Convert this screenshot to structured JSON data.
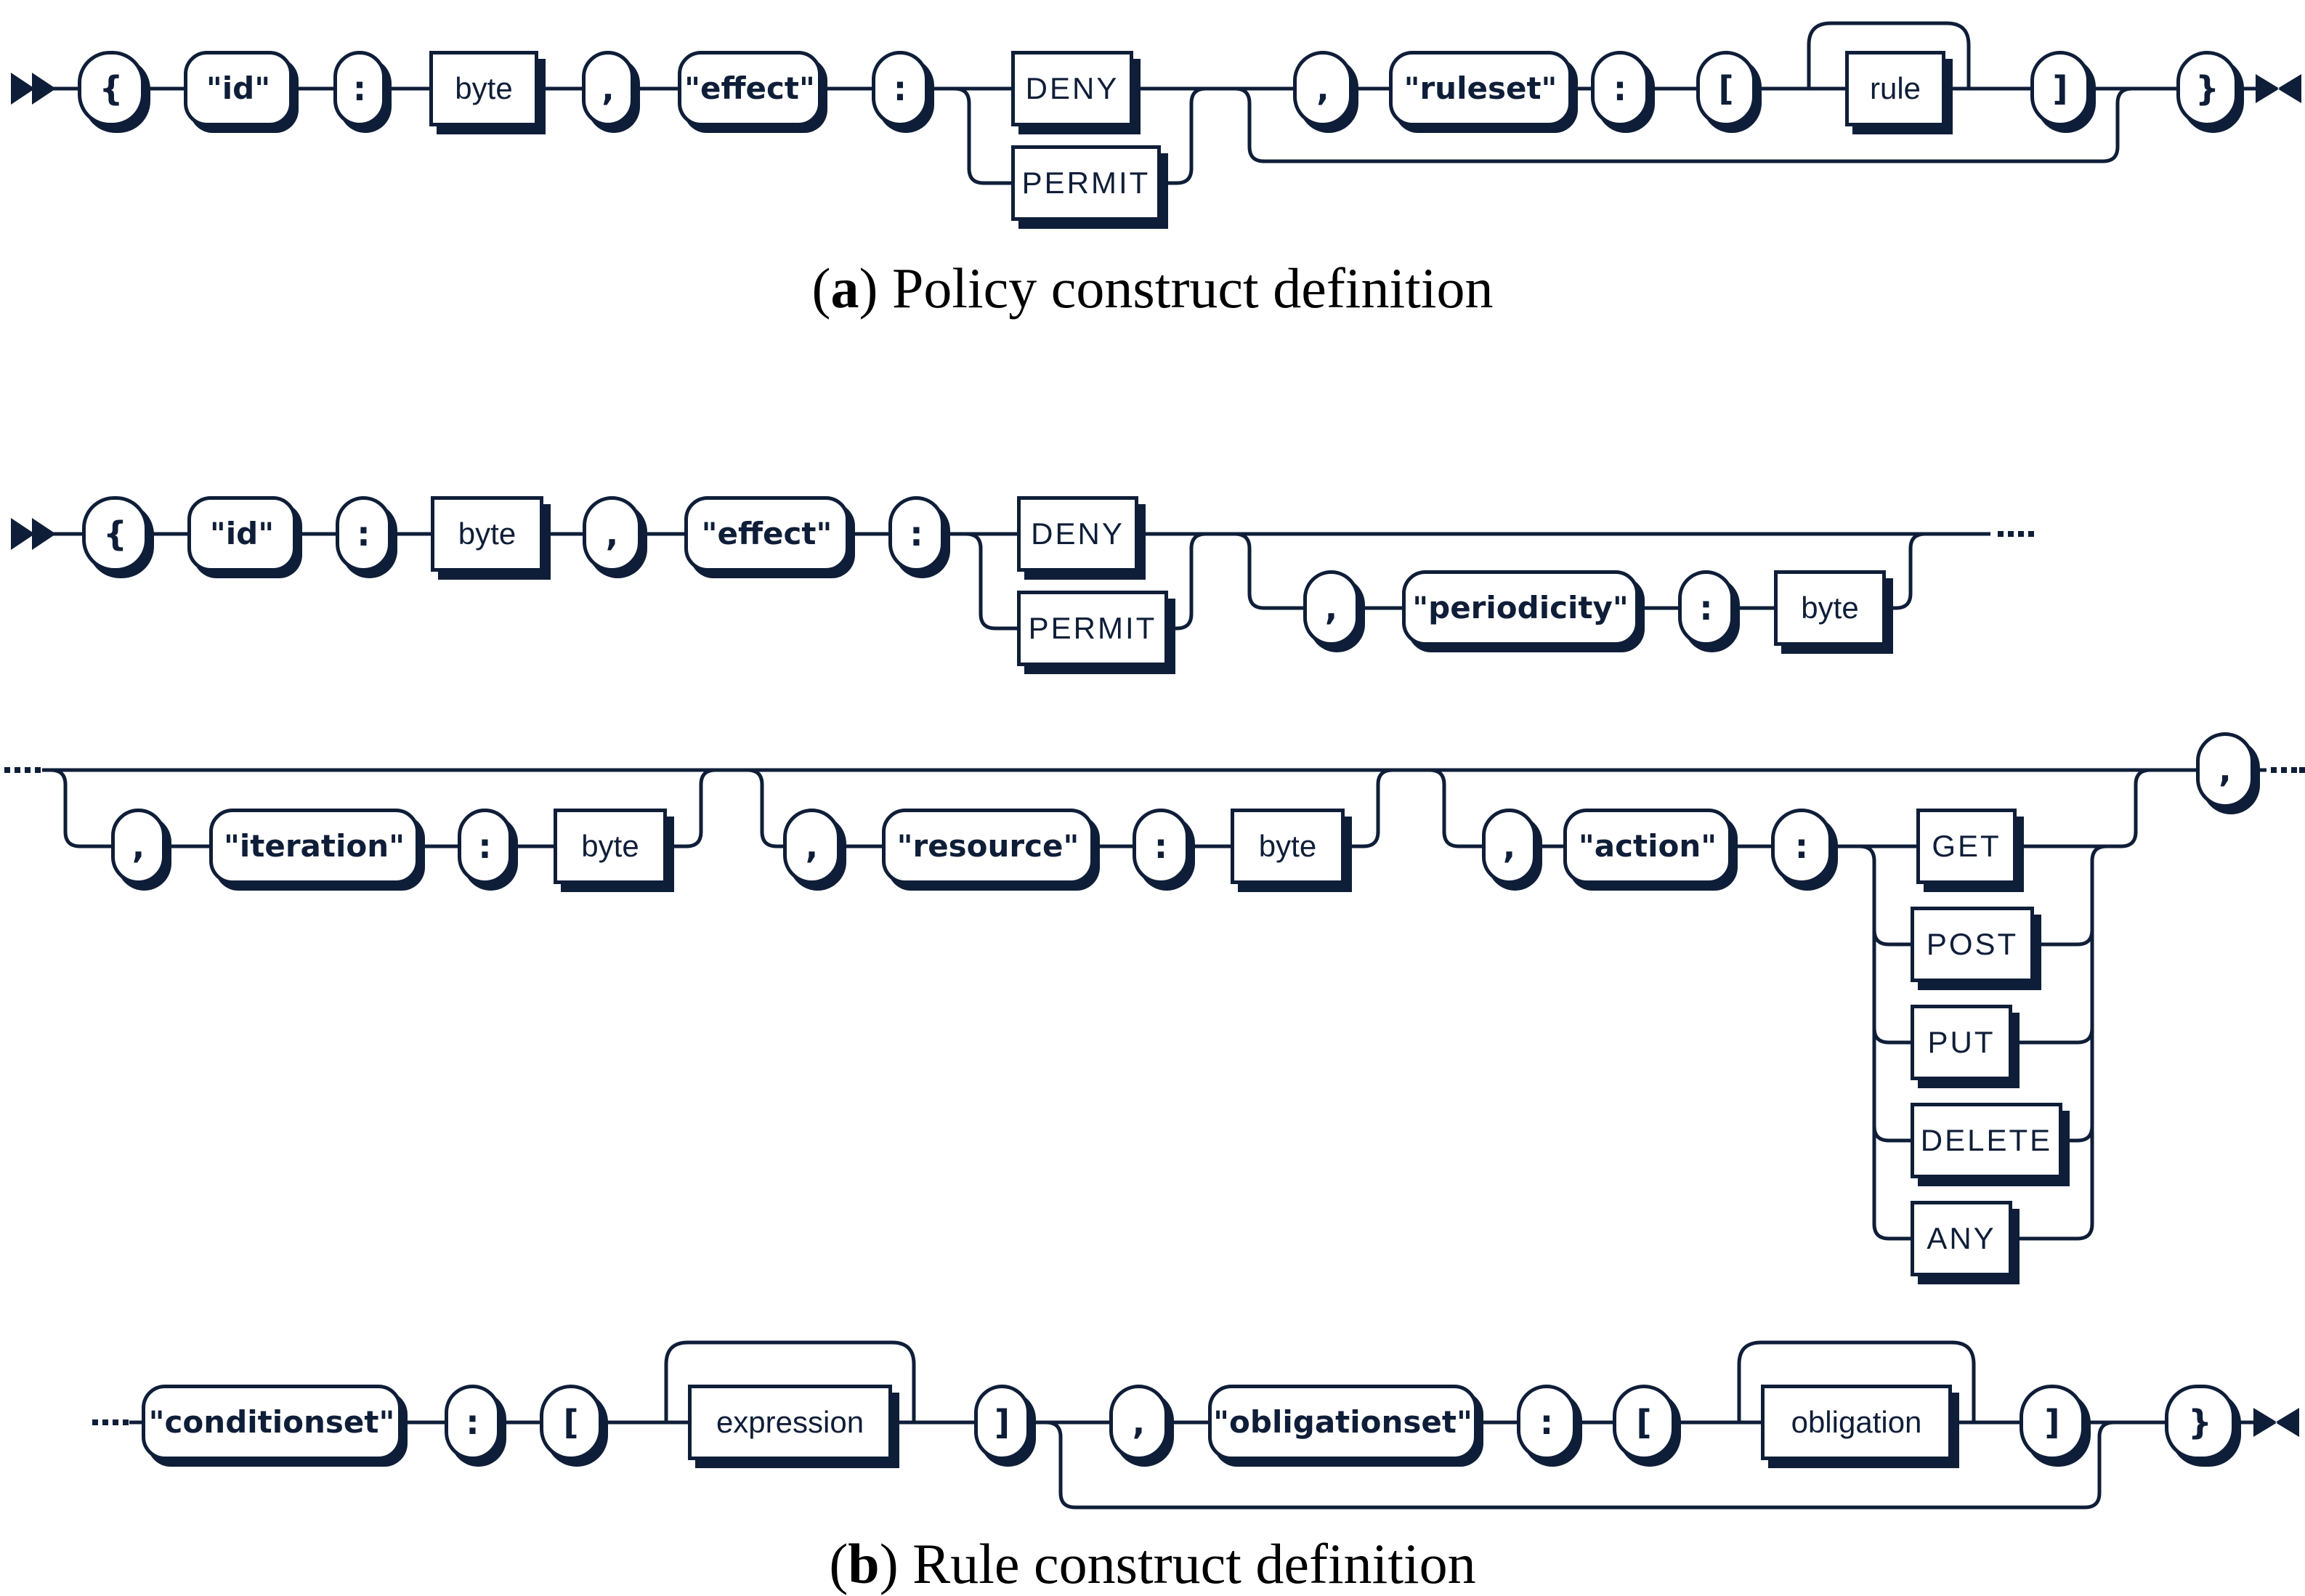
{
  "figure": {
    "type": "railroad-syntax-diagram",
    "colors": {
      "ink": "#0f1e38",
      "paper": "#ffffff",
      "caption_text": "#000000"
    },
    "markers": {
      "start": "▶▶",
      "end": "▶◀",
      "continuation": "···"
    }
  },
  "labels": {
    "brace_open": "{",
    "brace_close": "}",
    "bracket_open": "[",
    "bracket_close": "]",
    "colon": ":",
    "comma": ",",
    "id": "\"id\"",
    "byte": "byte",
    "effect": "\"effect\"",
    "deny": "DENY",
    "permit": "PERMIT",
    "ruleset": "\"ruleset\"",
    "rule": "rule",
    "periodicity": "\"periodicity\"",
    "iteration": "\"iteration\"",
    "resource": "\"resource\"",
    "action": "\"action\"",
    "get": "GET",
    "post": "POST",
    "put": "PUT",
    "delete": "DELETE",
    "any": "ANY",
    "conditionset": "\"conditionset\"",
    "expression": "expression",
    "obligationset": "\"obligationset\"",
    "obligation": "obligation"
  },
  "captions": {
    "a": {
      "open": "(",
      "letter": "a",
      "rest": ") Policy construct definition"
    },
    "b": {
      "open": "(",
      "letter": "b",
      "rest": ") Rule construct definition"
    }
  }
}
